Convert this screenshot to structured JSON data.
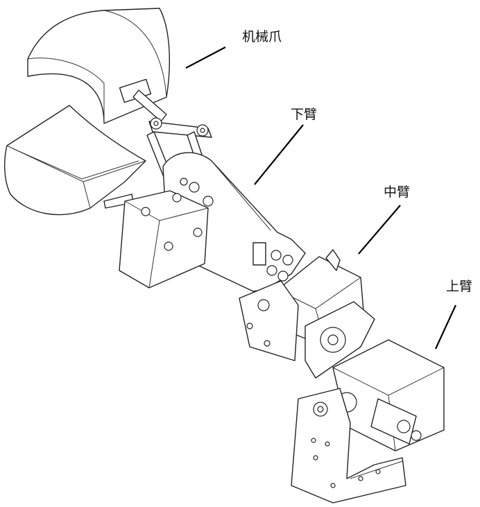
{
  "labels": {
    "gripper": "机械爪",
    "lower_arm": "下臂",
    "middle_arm": "中臂",
    "upper_arm": "上臂"
  }
}
